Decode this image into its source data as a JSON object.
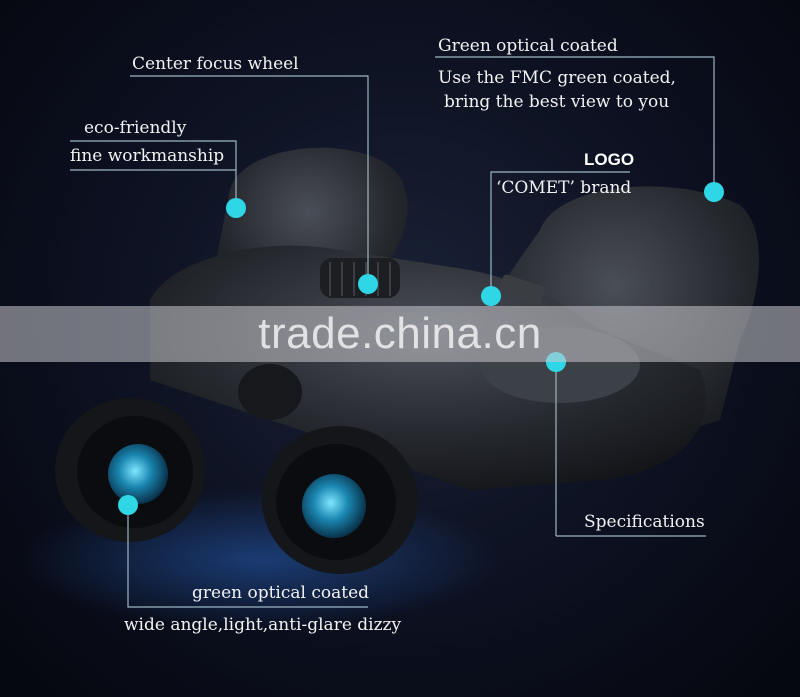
{
  "callouts": {
    "center_focus": "Center focus wheel",
    "eco_line1": "eco-friendly",
    "eco_line2": "fine workmanship",
    "green_title": "Green optical coated",
    "green_line1": "Use the FMC green coated,",
    "green_line2": "bring the best view to you",
    "logo_title": "LOGO",
    "logo_brand": "‘COMET’ brand",
    "specifications": "Specifications",
    "bottom_line1": "green optical coated",
    "bottom_line2": "wide angle,light,anti-glare dizzy"
  },
  "watermark": "trade.china.cn",
  "colors": {
    "accent": "#2fd7e6",
    "background": "#0c1020",
    "body": "#2a2d33"
  }
}
